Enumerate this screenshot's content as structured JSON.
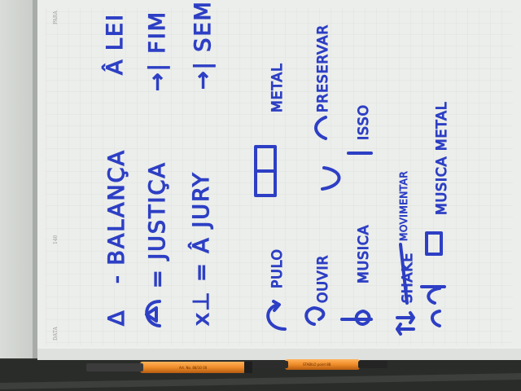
{
  "page": {
    "header_left": "DATA",
    "header_center": "140",
    "header_right": "PARA"
  },
  "lines": [
    {
      "marker": "Δ",
      "text": "- BALANÇA",
      "right_word": "LEI",
      "right_mark": "Â"
    },
    {
      "left_word": "= JUSTIÇA",
      "right_word": "→| FIM"
    },
    {
      "left_word": "x⊥ = Â JURY",
      "right_word": "→| SEM FIM"
    },
    {
      "left_word": "PULO",
      "right_word": "METAL"
    },
    {
      "left_word": "OUVIR",
      "right_word": "PRESERVAR"
    },
    {
      "left_word": "MUSICA",
      "right_word": "ISSO"
    },
    {
      "left_word": "SHAKE",
      "note": "MOVIMENTAR"
    },
    {
      "left_word": "MUSICA METAL"
    }
  ],
  "pens": [
    {
      "label": "Art. No. 88/10  00"
    },
    {
      "label": "STABILO point 88"
    }
  ],
  "colors": {
    "ink": "#2d3fc4",
    "paper": "#eceeeb",
    "grid": "#d5d8d4",
    "pen_barrel": "#f08c2a"
  }
}
